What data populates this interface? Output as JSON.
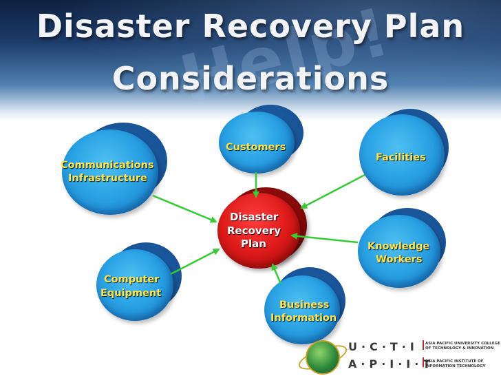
{
  "title": {
    "line1": "Disaster Recovery Plan",
    "line2": "Considerations"
  },
  "watermark_text": "Help!",
  "center": {
    "line1": "Disaster",
    "line2": "Recovery",
    "line3": "Plan"
  },
  "nodes": {
    "customers": "Customers",
    "facilities": "Facilities",
    "communications_line1": "Communications",
    "communications_line2": "Infrastructure",
    "knowledge_line1": "Knowledge",
    "knowledge_line2": "Workers",
    "computer_line1": "Computer",
    "computer_line2": "Equipment",
    "business_line1": "Business",
    "business_line2": "Information"
  },
  "logo": {
    "row1": "U·C·T·I",
    "row2": "A·P·I·I·T",
    "caption1_line1": "ASIA PACIFIC UNIVERSITY COLLEGE",
    "caption1_line2": "OF TECHNOLOGY & INNOVATION",
    "caption2_line1": "ASIA PACIFIC INSTITUTE OF",
    "caption2_line2": "INFORMATION TECHNOLOGY"
  },
  "colors": {
    "node_blue": "#2aa2e4",
    "node_red": "#dc1a1a",
    "label_yellow": "#ffe34a",
    "arrow_green": "#33cc33"
  }
}
